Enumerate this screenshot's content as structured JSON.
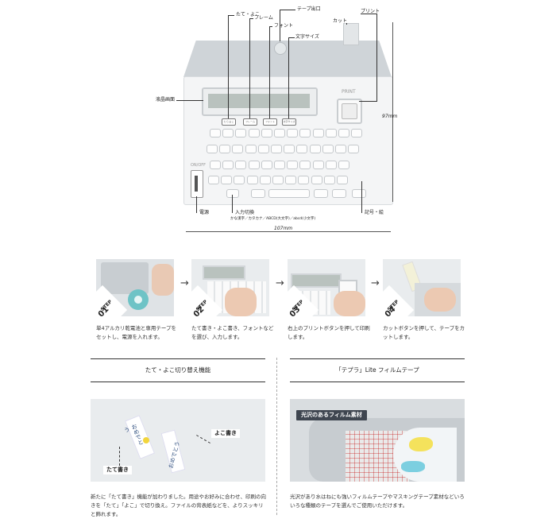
{
  "diagram": {
    "labels": {
      "vertical_horizontal": "たて・よこ",
      "frame": "フレーム",
      "font": "フォント",
      "tape_exit": "テープ出口",
      "char_size": "文字サイズ",
      "cut": "カット",
      "print": "プリント",
      "lcd": "液晶画面",
      "power": "電源",
      "input_switch": "入力切換",
      "input_switch_sub": "かな漢字／カタカナ／ABCD(大文字)／abcd(小文字)",
      "symbol": "記号・絵"
    },
    "dimensions": {
      "height": "97mm",
      "width": "107mm"
    },
    "device_text": {
      "print_key": "PRINT",
      "on_off": "ON/OFF"
    },
    "function_keys": [
      "たて/よこ",
      "フレーム",
      "フォント",
      "文字サイズ"
    ]
  },
  "steps": [
    {
      "step_label": "STEP",
      "num": "01",
      "desc": "単4アルカリ乾電池と専用テープをセットし、電源を入れます。"
    },
    {
      "step_label": "STEP",
      "num": "02",
      "desc": "たて書き・よこ書き、フォントなどを選び、入力します。"
    },
    {
      "step_label": "STEP",
      "num": "03",
      "desc": "右上のプリントボタンを押して印刷します。"
    },
    {
      "step_label": "STEP",
      "num": "04",
      "desc": "カットボタンを押して、テープをカットします。"
    }
  ],
  "arrows": [
    "→",
    "→",
    "→"
  ],
  "section_left": {
    "title": "たて・よこ切り替え機能",
    "callout_vertical": "たて書き",
    "callout_horizontal": "よこ書き",
    "tape_text": "おめでとう",
    "desc": "新たに「たて書き」機能が加わりました。用途やお好みに合わせ、印刷の向きを「たて」「よこ」で切り換え。ファイルの背表紙などを、よりスッキリと飾れます。"
  },
  "section_right": {
    "title": "「テプラ」Lite フィルムテープ",
    "callout": "光沢のあるフィルム素材",
    "desc": "光沢があり水はねにも強いフィルムテープやマスキングテープ素材などいろいろな種類のテープを選んでご使用いただけます。"
  }
}
